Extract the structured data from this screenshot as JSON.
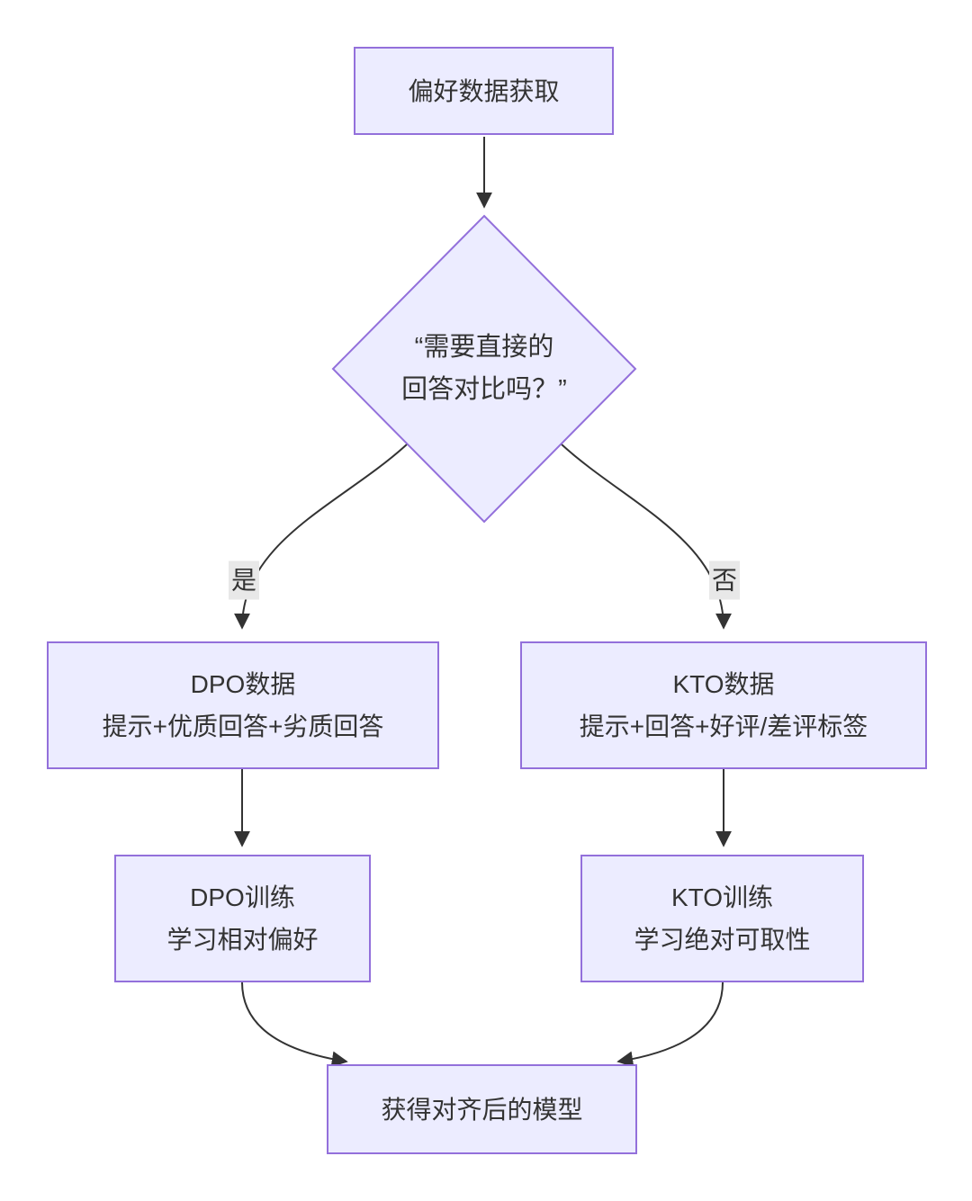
{
  "diagram": {
    "type": "flowchart",
    "colors": {
      "node_fill": "#ECECFF",
      "node_border": "#9370DB",
      "edge": "#333333",
      "text": "#333333",
      "label_bg": "#e8e8e8",
      "bg": "#ffffff"
    },
    "nodes": {
      "start": {
        "line1": "偏好数据获取"
      },
      "decision": {
        "line1": "“需要直接的",
        "line2": "回答对比吗？”"
      },
      "dpo_data": {
        "line1": "DPO数据",
        "line2": "提示+优质回答+劣质回答"
      },
      "kto_data": {
        "line1": "KTO数据",
        "line2": "提示+回答+好评/差评标签"
      },
      "dpo_train": {
        "line1": "DPO训练",
        "line2": "学习相对偏好"
      },
      "kto_train": {
        "line1": "KTO训练",
        "line2": "学习绝对可取性"
      },
      "end": {
        "line1": "获得对齐后的模型"
      }
    },
    "edge_labels": {
      "yes": "是",
      "no": "否"
    }
  }
}
